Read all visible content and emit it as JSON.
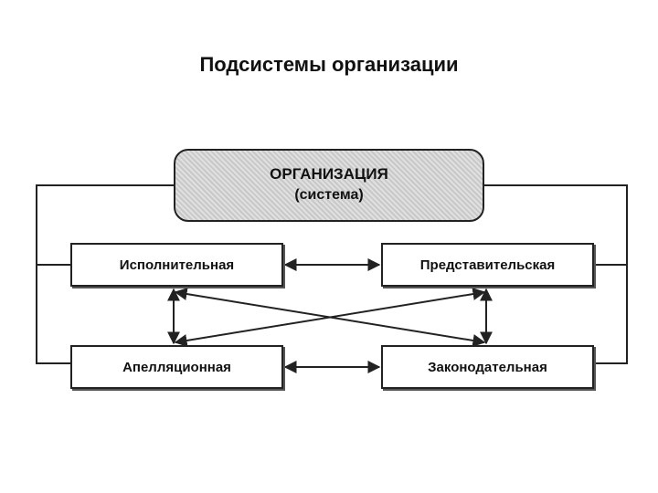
{
  "title": "Подсистемы организации",
  "organization": {
    "name": "ОРГАНИЗАЦИЯ",
    "subtitle": "(система)"
  },
  "subsystems": {
    "executive": "Исполнительная",
    "representative": "Представительская",
    "appellate": "Апелляционная",
    "legislative": "Законодательная"
  }
}
